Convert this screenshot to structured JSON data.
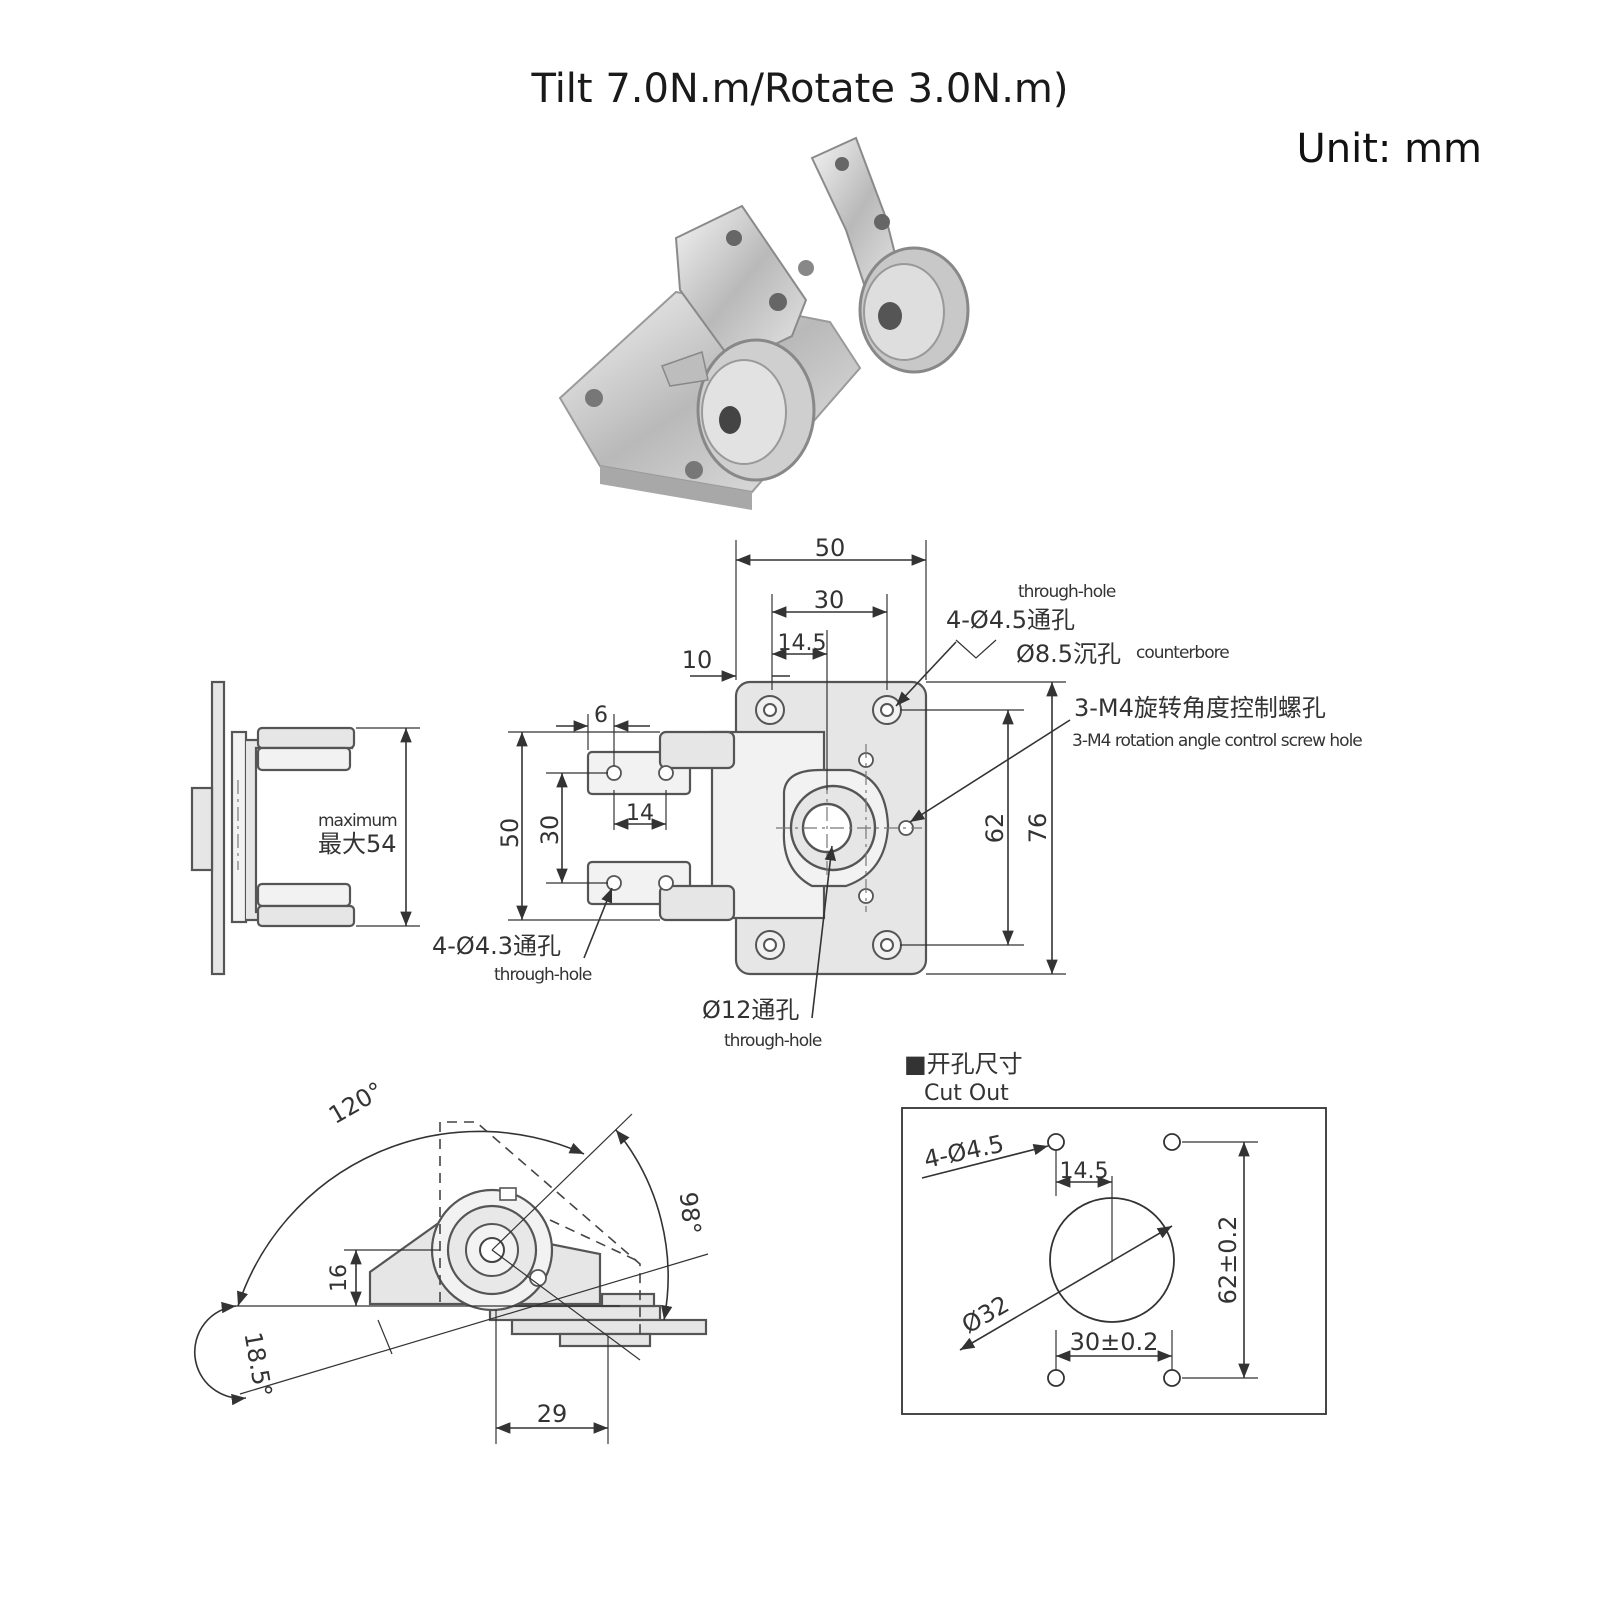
{
  "header": {
    "title": "Tilt 7.0N.m/Rotate 3.0N.m)",
    "unit": "Unit:  mm"
  },
  "front_view": {
    "dim_50_top": "50",
    "dim_30_top": "30",
    "dim_14_5": "14.5",
    "dim_10": "10",
    "dim_6": "6",
    "dim_50_left": "50",
    "dim_30_left": "30",
    "dim_14": "14",
    "dim_62": "62",
    "dim_76": "76",
    "hole_45": "4-Ø4.5通孔",
    "hole_45_en": "through-hole",
    "hole_85": "Ø8.5沉孔",
    "hole_85_en": "counterbore",
    "m4": "3-M4旋转角度控制螺孔",
    "m4_en": "3-M4 rotation angle control screw hole",
    "hole_43": "4-Ø4.3通孔",
    "hole_43_en": "through-hole",
    "hole_12": "Ø12通孔",
    "hole_12_en": "through-hole"
  },
  "side_view": {
    "max_en": "maximum",
    "max_cn": "最大54"
  },
  "tilt_view": {
    "angle_120": "120°",
    "angle_98": "98°",
    "dim_16": "16",
    "angle_18_5": "18.5°",
    "dim_29": "29"
  },
  "cutout": {
    "title_cn": "■开孔尺寸",
    "title_en": "Cut Out",
    "hole": "4-Ø4.5",
    "dim_14_5": "14.5",
    "dia_32": "Ø32",
    "dim_62": "62±0.2",
    "dim_30": "30±0.2"
  }
}
